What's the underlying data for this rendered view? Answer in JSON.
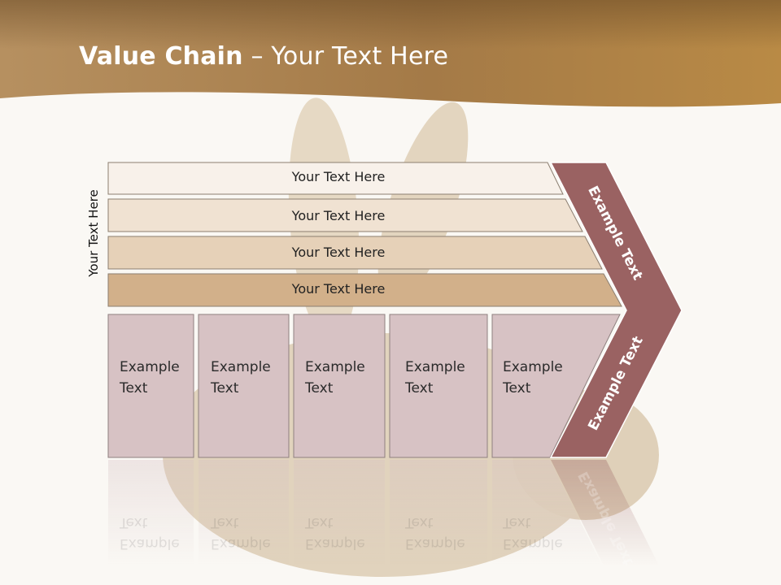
{
  "title": {
    "bold": "Value Chain",
    "rest": " – Your Text Here"
  },
  "side_label": "Your Text Here",
  "support_bars": [
    {
      "label": "Your Text Here",
      "color": "#f8f1ea"
    },
    {
      "label": "Your Text Here",
      "color": "#f0e2d2"
    },
    {
      "label": "Your Text Here",
      "color": "#e6d1b8"
    },
    {
      "label": "Your Text Here",
      "color": "#d2b08a"
    }
  ],
  "primary_columns": [
    {
      "line1": "Example",
      "line2": "Text"
    },
    {
      "line1": "Example",
      "line2": "Text"
    },
    {
      "line1": "Example",
      "line2": "Text"
    },
    {
      "line1": "Example",
      "line2": "Text"
    },
    {
      "line1": "Example",
      "line2": "Text"
    }
  ],
  "chevron": {
    "upper_label": "Example Text",
    "lower_label": "Example Text",
    "color": "#9a6262"
  },
  "colors": {
    "header_brown": "#b78a4e",
    "column_fill": "#d7c2c4",
    "column_border": "#8f8080"
  }
}
